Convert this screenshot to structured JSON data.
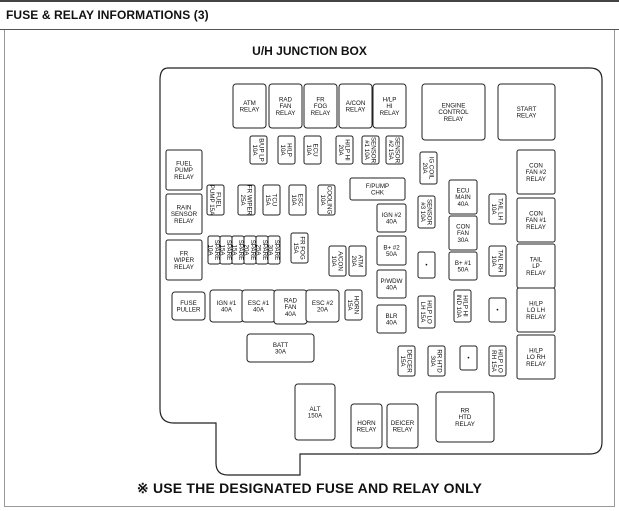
{
  "header": {
    "title": "FUSE & RELAY INFORMATIONS (3)"
  },
  "diagram_title": "U/H JUNCTION BOX",
  "footnote": "※ USE THE DESIGNATED FUSE AND RELAY ONLY",
  "components": [
    {
      "label": [
        "ATM",
        "RELAY"
      ],
      "orient": "h"
    },
    {
      "label": [
        "RAD",
        "FAN",
        "RELAY"
      ],
      "orient": "h"
    },
    {
      "label": [
        "FR",
        "FOG",
        "RELAY"
      ],
      "orient": "h"
    },
    {
      "label": [
        "A/CON",
        "RELAY"
      ],
      "orient": "h"
    },
    {
      "label": [
        "H/LP",
        "HI",
        "RELAY"
      ],
      "orient": "h"
    },
    {
      "label": [
        "ENGINE",
        "CONTROL",
        "RELAY"
      ],
      "orient": "h"
    },
    {
      "label": [
        "START",
        "RELAY"
      ],
      "orient": "h"
    },
    {
      "label": [
        "B/UP LP",
        "10A"
      ],
      "orient": "v"
    },
    {
      "label": [
        "H/LP",
        "10A"
      ],
      "orient": "v"
    },
    {
      "label": [
        "ECU",
        "10A"
      ],
      "orient": "v"
    },
    {
      "label": [
        "H/LP HI",
        "20A"
      ],
      "orient": "v"
    },
    {
      "label": [
        "SENSOR",
        "#1 10A"
      ],
      "orient": "v"
    },
    {
      "label": [
        "SENSOR",
        "#2 15A"
      ],
      "orient": "v"
    },
    {
      "label": [
        "IG COIL",
        "20A"
      ],
      "orient": "v"
    },
    {
      "label": [
        "FUEL",
        "PUMP",
        "RELAY"
      ],
      "orient": "h"
    },
    {
      "label": [
        "CON",
        "FAN #2",
        "RELAY"
      ],
      "orient": "h"
    },
    {
      "label": [
        "F/PUMP",
        "CHK"
      ],
      "orient": "h"
    },
    {
      "label": [
        "FUEL",
        "PUMP 15A"
      ],
      "orient": "v"
    },
    {
      "label": [
        "FR WIPER",
        "25A"
      ],
      "orient": "v"
    },
    {
      "label": [
        "TCU",
        "15A"
      ],
      "orient": "v"
    },
    {
      "label": [
        "ESC",
        "10A"
      ],
      "orient": "v"
    },
    {
      "label": [
        "COOLING",
        "10A"
      ],
      "orient": "v"
    },
    {
      "label": [
        "IGN #2",
        "40A"
      ],
      "orient": "h"
    },
    {
      "label": [
        "SENSOR",
        "#3 10A"
      ],
      "orient": "v"
    },
    {
      "label": [
        "ECU",
        "MAIN",
        "40A"
      ],
      "orient": "h"
    },
    {
      "label": [
        "TAIL LH",
        "10A"
      ],
      "orient": "v"
    },
    {
      "label": [
        "RAIN",
        "SENSOR",
        "RELAY"
      ],
      "orient": "h"
    },
    {
      "label": [
        "CON",
        "FAN #1",
        "RELAY"
      ],
      "orient": "h"
    },
    {
      "label": [
        "CON",
        "FAN",
        "30A"
      ],
      "orient": "h"
    },
    {
      "label": [
        "SPARE",
        "10A"
      ],
      "orient": "v"
    },
    {
      "label": [
        "SPARE",
        "15A"
      ],
      "orient": "v"
    },
    {
      "label": [
        "SPARE",
        "15A"
      ],
      "orient": "v"
    },
    {
      "label": [
        "SPARE",
        "20A"
      ],
      "orient": "v"
    },
    {
      "label": [
        "SPARE",
        "25A"
      ],
      "orient": "v"
    },
    {
      "label": [
        "SPARE",
        "30A"
      ],
      "orient": "v"
    },
    {
      "label": [
        "FR FOG",
        "15A"
      ],
      "orient": "v"
    },
    {
      "label": [
        "B+ #2",
        "50A"
      ],
      "orient": "h"
    },
    {
      "label": [
        "A/CON",
        "10A"
      ],
      "orient": "v"
    },
    {
      "label": [
        "ATM",
        "20A"
      ],
      "orient": "v"
    },
    {
      "label": [
        "•"
      ],
      "orient": "h"
    },
    {
      "label": [
        "B+ #1",
        "50A"
      ],
      "orient": "h"
    },
    {
      "label": [
        "TAIL RH",
        "10A"
      ],
      "orient": "v"
    },
    {
      "label": [
        "FR",
        "WIPER",
        "RELAY"
      ],
      "orient": "h"
    },
    {
      "label": [
        "TAIL",
        "LP",
        "RELAY"
      ],
      "orient": "h"
    },
    {
      "label": [
        "P/WDW",
        "40A"
      ],
      "orient": "h"
    },
    {
      "label": [
        "FUSE",
        "PULLER"
      ],
      "orient": "h"
    },
    {
      "label": [
        "IGN #1",
        "40A"
      ],
      "orient": "h"
    },
    {
      "label": [
        "ESC #1",
        "40A"
      ],
      "orient": "h"
    },
    {
      "label": [
        "RAD",
        "FAN",
        "40A"
      ],
      "orient": "h"
    },
    {
      "label": [
        "ESC #2",
        "20A"
      ],
      "orient": "h"
    },
    {
      "label": [
        "HORN",
        "15A"
      ],
      "orient": "v"
    },
    {
      "label": [
        "BLR",
        "40A"
      ],
      "orient": "h"
    },
    {
      "label": [
        "H/LP LO",
        "LH 15A"
      ],
      "orient": "v"
    },
    {
      "label": [
        "H/LP HI",
        "IND 10A"
      ],
      "orient": "v"
    },
    {
      "label": [
        "•"
      ],
      "orient": "h"
    },
    {
      "label": [
        "H/LP",
        "LO LH",
        "RELAY"
      ],
      "orient": "h"
    },
    {
      "label": [
        "BATT",
        "30A"
      ],
      "orient": "h"
    },
    {
      "label": [
        "DEICER",
        "15A"
      ],
      "orient": "v"
    },
    {
      "label": [
        "RR HTD",
        "30A"
      ],
      "orient": "v"
    },
    {
      "label": [
        "•"
      ],
      "orient": "h"
    },
    {
      "label": [
        "H/LP LO",
        "RH 15A"
      ],
      "orient": "v"
    },
    {
      "label": [
        "H/LP",
        "LO RH",
        "RELAY"
      ],
      "orient": "h"
    },
    {
      "label": [
        "ALT",
        "150A"
      ],
      "orient": "h"
    },
    {
      "label": [
        "HORN",
        "RELAY"
      ],
      "orient": "h"
    },
    {
      "label": [
        "DEICER",
        "RELAY"
      ],
      "orient": "h"
    },
    {
      "label": [
        "RR",
        "HTD",
        "RELAY"
      ],
      "orient": "h"
    }
  ]
}
